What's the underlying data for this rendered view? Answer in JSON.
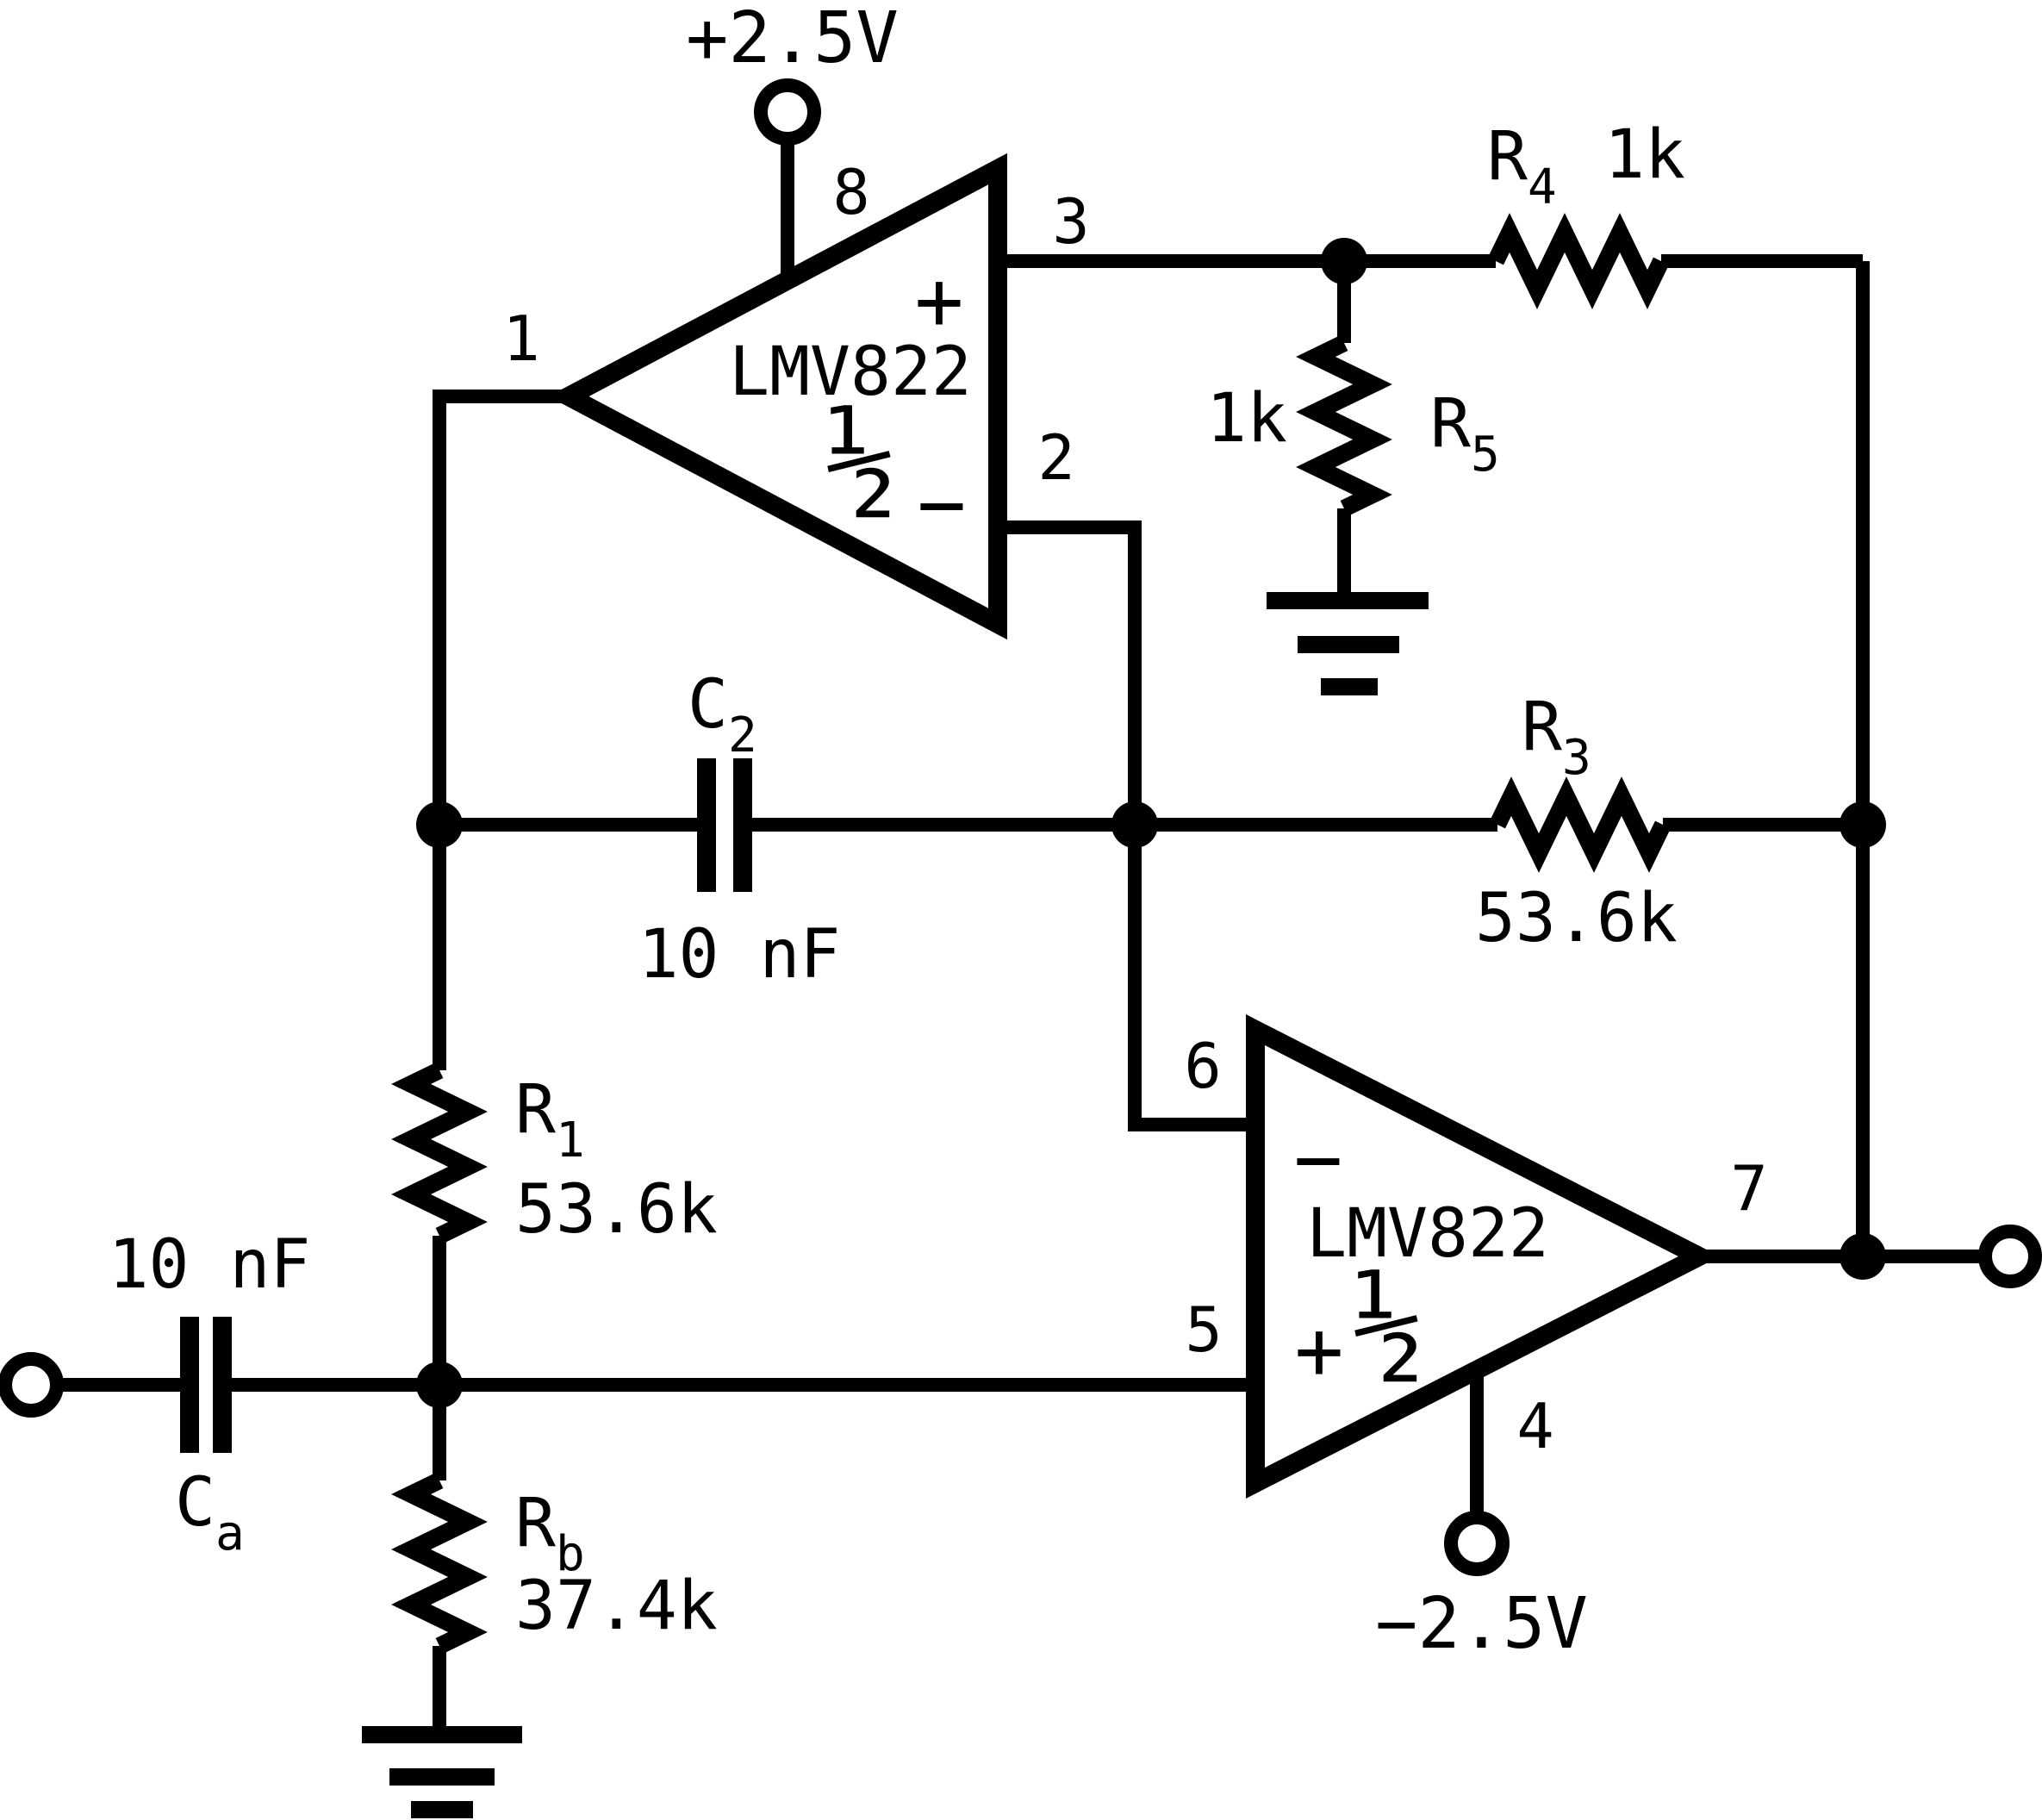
{
  "supplies": {
    "positive_label": "+2.5V",
    "negative_label": "−2.5V"
  },
  "opamps": [
    {
      "name": "LMV822",
      "half": "½",
      "noninverting_sign": "+",
      "inverting_sign": "−",
      "pins": {
        "output": "1",
        "inverting": "2",
        "noninverting": "3",
        "supply": "8"
      }
    },
    {
      "name": "LMV822",
      "half": "½",
      "noninverting_sign": "+",
      "inverting_sign": "−",
      "pins": {
        "supply": "4",
        "noninverting": "5",
        "inverting": "6",
        "output": "7"
      }
    }
  ],
  "components": {
    "r1": {
      "ref": "R",
      "sub": "1",
      "value": "53.6k"
    },
    "r3": {
      "ref": "R",
      "sub": "3",
      "value": "53.6k"
    },
    "r4": {
      "ref": "R",
      "sub": "4",
      "value": "1k"
    },
    "r5": {
      "ref": "R",
      "sub": "5",
      "value": "1k"
    },
    "rb": {
      "ref": "R",
      "sub": "b",
      "value": "37.4k"
    },
    "c2": {
      "ref": "C",
      "sub": "2",
      "value": "10 nF"
    },
    "ca": {
      "ref": "C",
      "sub": "a",
      "value": "10 nF"
    }
  },
  "colors": {
    "ink": "#000000",
    "background": "#ffffff"
  }
}
